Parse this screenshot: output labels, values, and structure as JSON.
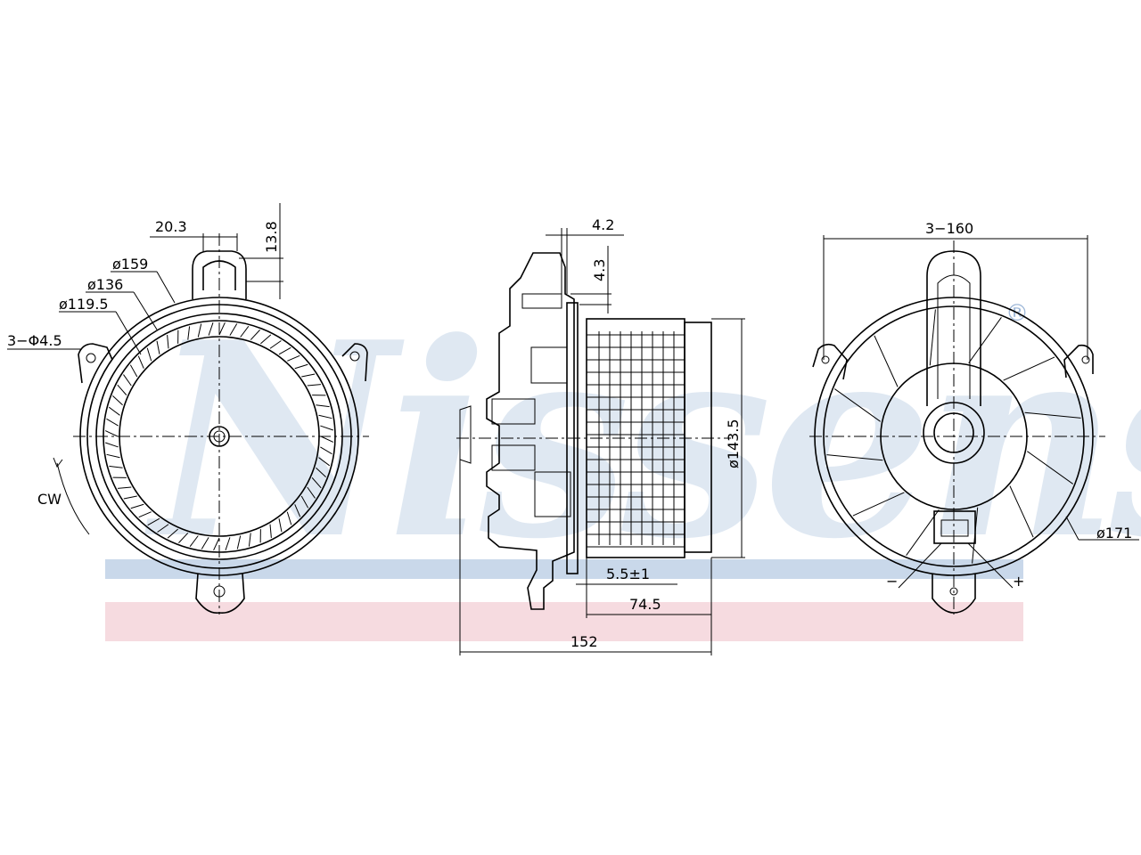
{
  "watermark": {
    "text": "Nissens",
    "registered": "®",
    "colors": {
      "blue": "#c9d8ea",
      "red": "#f6dbe0"
    }
  },
  "views": {
    "front": {
      "dim_width": "20.3",
      "dim_height": "13.8",
      "dia_outer": "ø159",
      "dia_mid": "ø136",
      "dia_inner": "ø119.5",
      "holes": "3−Φ4.5",
      "rotation": "CW"
    },
    "side": {
      "dim_top_a": "4.2",
      "dim_top_b": "4.3",
      "dia_wheel": "ø143.5",
      "dim_gap": "5.5±1",
      "dim_wheel_len": "74.5",
      "dim_total": "152"
    },
    "rear": {
      "holes": "3−160",
      "dia_outer": "ø171",
      "minus": "−",
      "plus": "+"
    }
  }
}
